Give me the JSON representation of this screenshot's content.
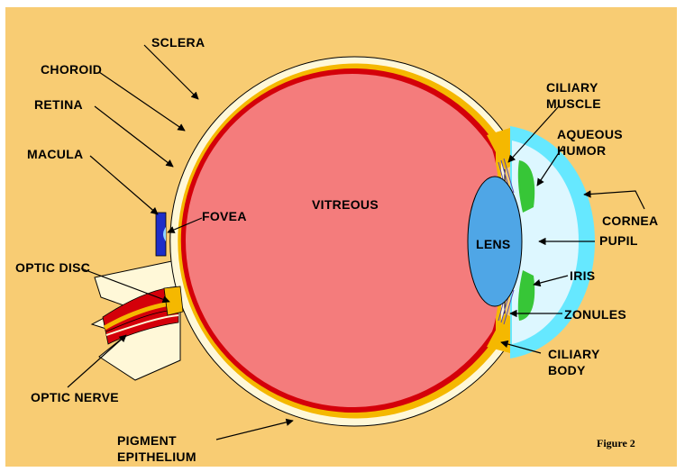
{
  "colors": {
    "background": "#F8CC73",
    "sclera": "#FFF8D8",
    "choroid": "#F5B800",
    "retina": "#D4000A",
    "vitreous": "#F47C7C",
    "lens": "#4FA6E6",
    "cornea": "#66E8FF",
    "aqueous": "#DDF7FF",
    "iris": "#37C637",
    "macula": "#1E2DC8"
  },
  "labels": {
    "sclera": "SCLERA",
    "choroid": "CHOROID",
    "retina": "RETINA",
    "macula": "MACULA",
    "fovea": "FOVEA",
    "vitreous": "VITREOUS",
    "optic_disc": "OPTIC DISC",
    "optic_nerve": "OPTIC NERVE",
    "pigment_line1": "PIGMENT",
    "pigment_line2": "EPITHELIUM",
    "ciliary_muscle_line1": "CILIARY",
    "ciliary_muscle_line2": "MUSCLE",
    "aqueous_line1": "AQUEOUS",
    "aqueous_line2": "HUMOR",
    "cornea": "CORNEA",
    "pupil": "PUPIL",
    "lens": "LENS",
    "iris": "IRIS",
    "zonules": "ZONULES",
    "ciliary_body_line1": "CILIARY",
    "ciliary_body_line2": "BODY"
  },
  "figure_label": "Figure 2"
}
